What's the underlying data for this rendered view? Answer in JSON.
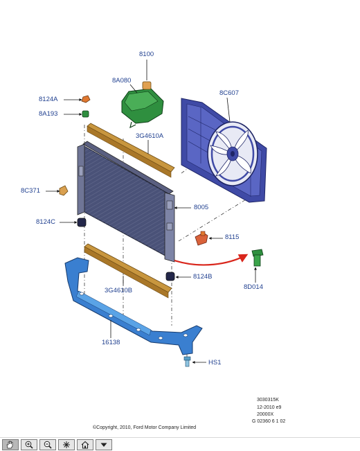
{
  "colors": {
    "label": "#1f3f8f",
    "radiator": "#4a5278",
    "fan_shroud": "#3f4aa6",
    "bracket": "#3a7fd0",
    "tank": "#2f8f3f",
    "seal": "#c8963e",
    "callout": "#d9261c"
  },
  "callouts": [
    {
      "id": "8100",
      "text": "8100"
    },
    {
      "id": "8a080",
      "text": "8A080"
    },
    {
      "id": "8124a",
      "text": "8124A"
    },
    {
      "id": "8a193",
      "text": "8A193"
    },
    {
      "id": "3g4610a",
      "text": "3G4610A"
    },
    {
      "id": "8c607",
      "text": "8C607"
    },
    {
      "id": "8c371",
      "text": "8C371"
    },
    {
      "id": "8005",
      "text": "8005"
    },
    {
      "id": "8124c",
      "text": "8124C"
    },
    {
      "id": "8115",
      "text": "8115"
    },
    {
      "id": "8124b",
      "text": "8124B"
    },
    {
      "id": "8d014",
      "text": "8D014"
    },
    {
      "id": "3g4610b",
      "text": "3G4610B"
    },
    {
      "id": "16138",
      "text": "16138"
    },
    {
      "id": "hs1",
      "text": "HS1"
    }
  ],
  "meta": {
    "code1": "3030315K",
    "code2": "12-2010 e9",
    "code3": "20000X",
    "code4": "G 02360 6 1 02",
    "copyright": "©Copyright, 2010, Ford Motor Company Limited"
  },
  "toolbar": [
    {
      "name": "pan-tool",
      "icon": "hand-icon"
    },
    {
      "name": "zoom-in",
      "icon": "zoom-in-icon"
    },
    {
      "name": "zoom-out",
      "icon": "zoom-out-icon"
    },
    {
      "name": "reset-view",
      "icon": "fit-icon"
    },
    {
      "name": "home",
      "icon": "home-icon"
    },
    {
      "name": "menu",
      "icon": "dropdown-icon"
    }
  ]
}
